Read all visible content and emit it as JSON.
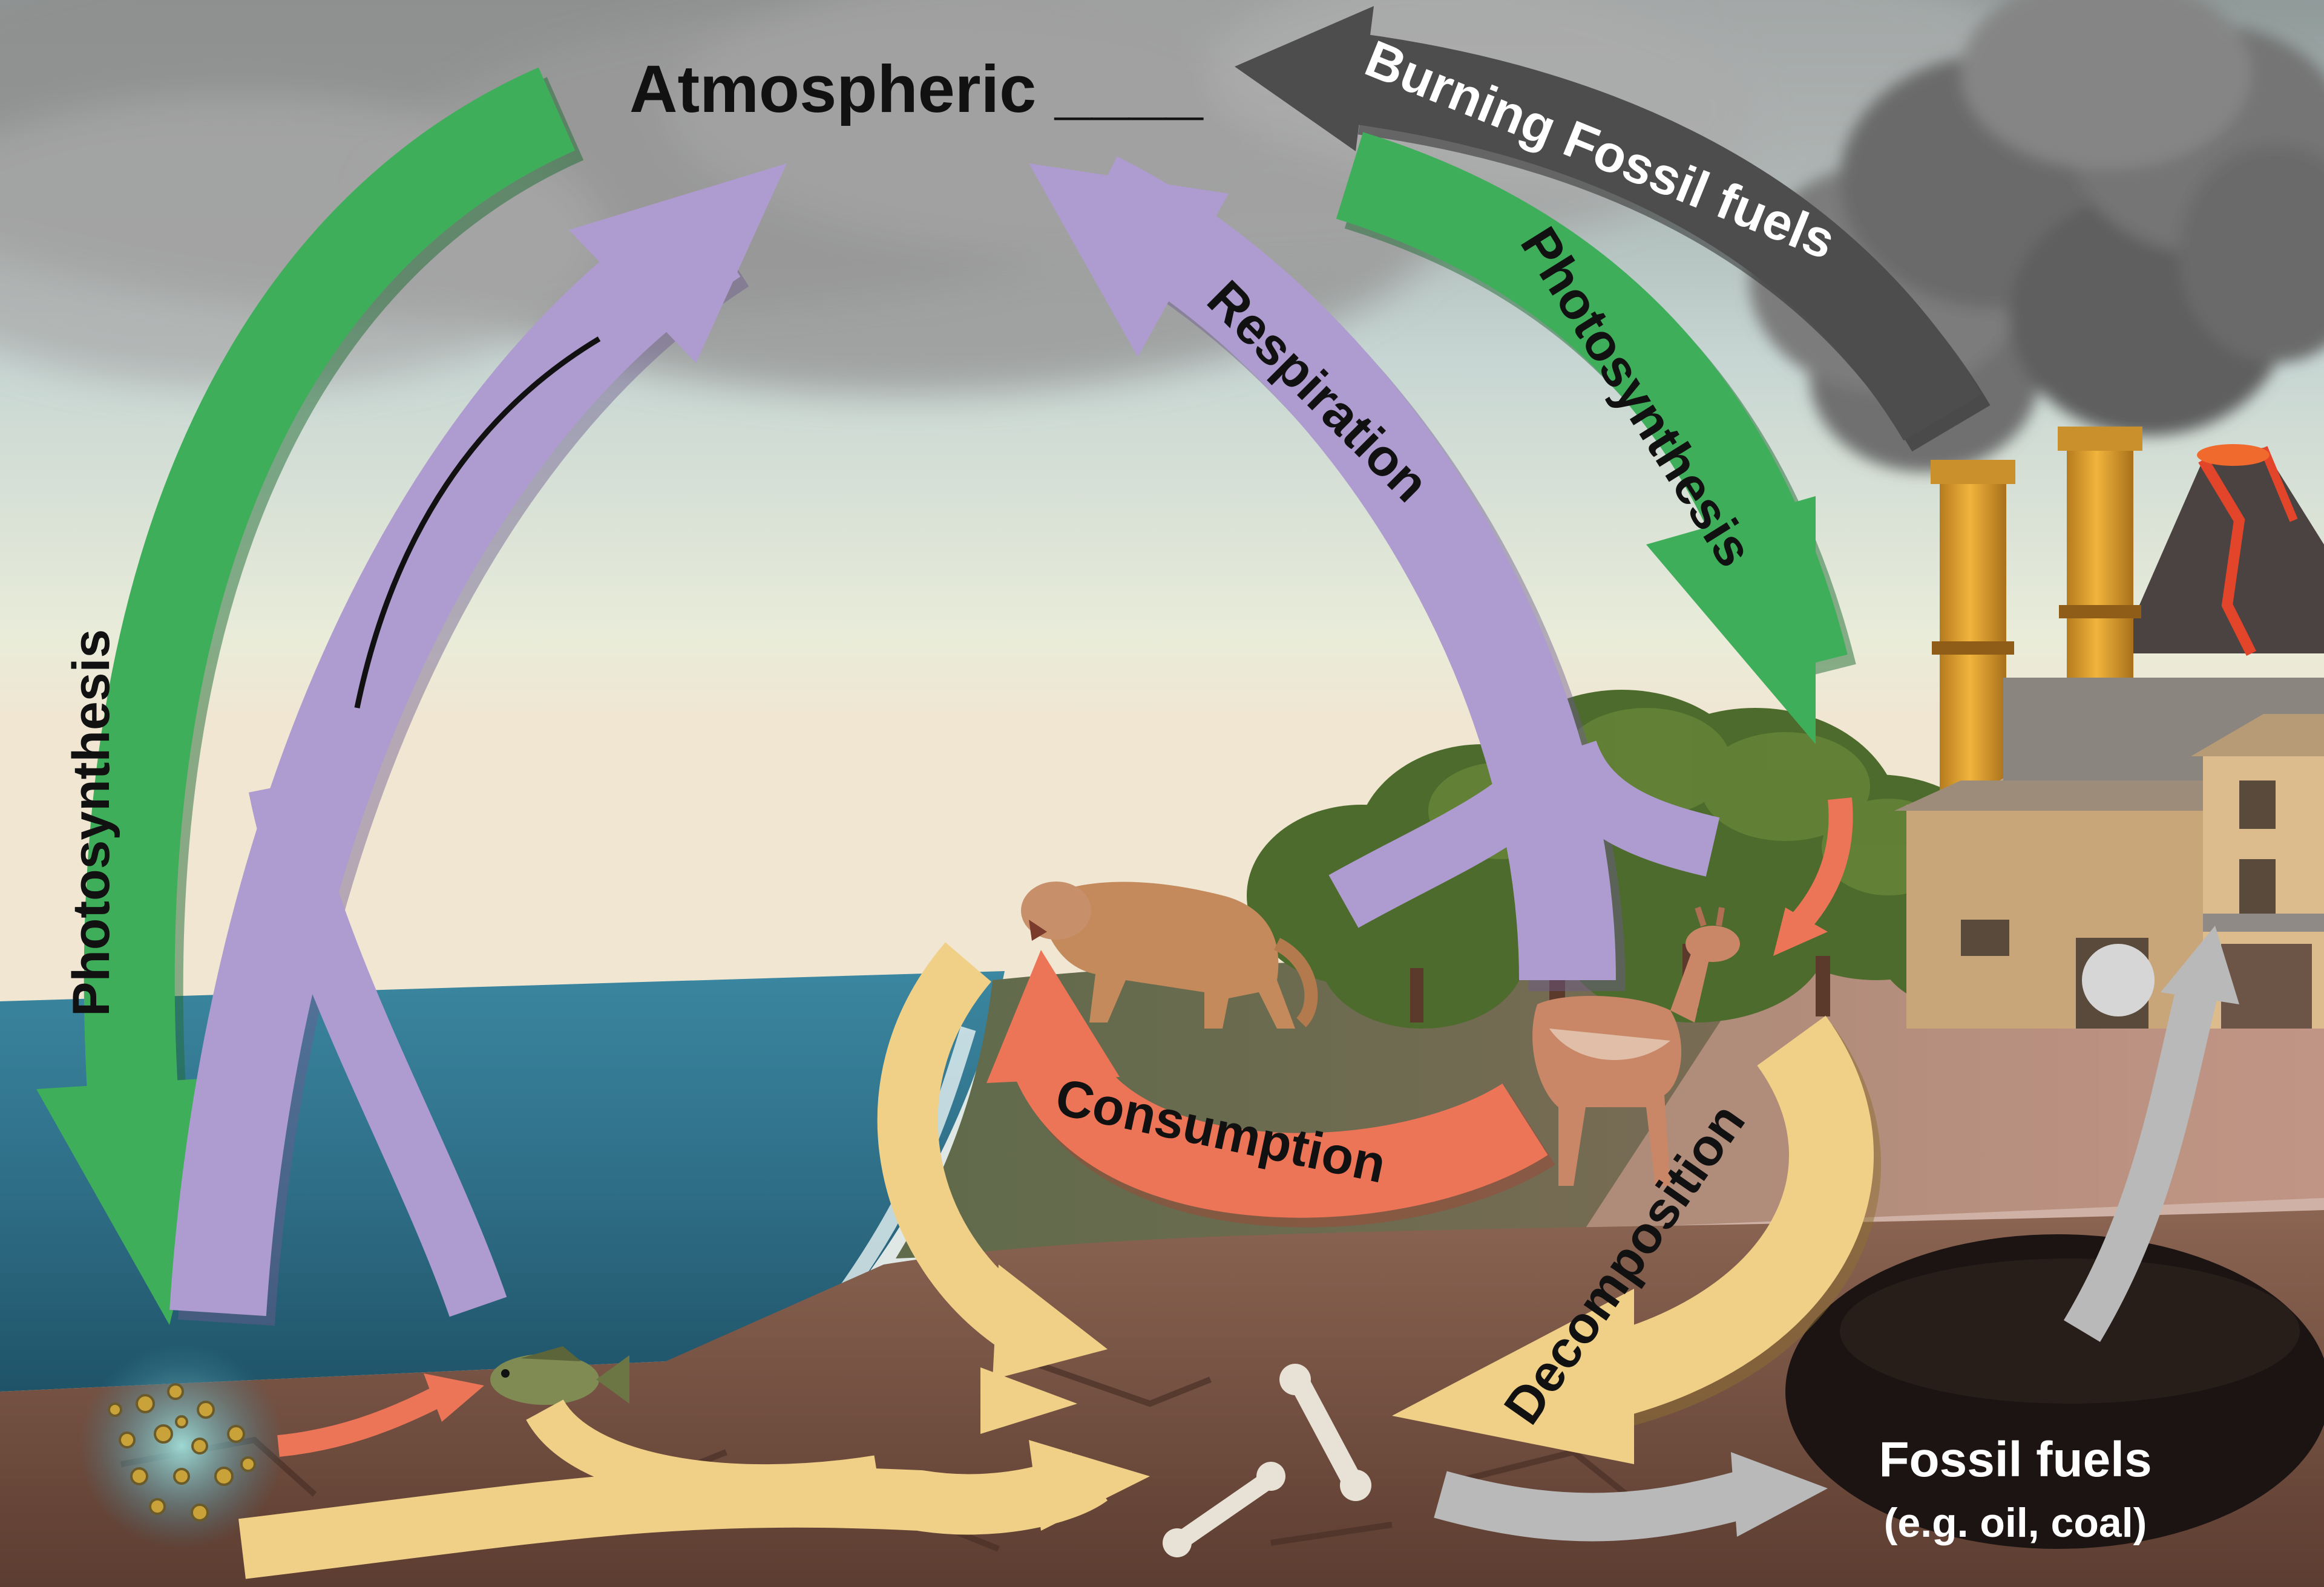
{
  "atmosphere": {
    "title": "Atmospheric ____"
  },
  "arrows": {
    "burning_fossil_fuels": "Burning Fossil fuels",
    "photosynthesis_left": "Photosynthesis",
    "photosynthesis_right": "Photosynthesis",
    "respiration": "Respiration",
    "consumption": "Consumption",
    "decomposition": "Decomposition"
  },
  "fossil_fuels": {
    "title": "Fossil fuels",
    "subtitle": "(e.g. oil, coal)"
  },
  "colors": {
    "photosynthesis": "#3fae5a",
    "respiration": "#ae9bd0",
    "consumption": "#ec7558",
    "decomposition": "#f0cf86",
    "burning": "#4d4d4d",
    "fossil_flow": "#b9b9b9",
    "ocean": "#2f6f86",
    "soil": "#7a5645",
    "sky": "#dfe8e4",
    "cloud": "#9a9a9a",
    "chimney": "#e2a533"
  },
  "icons": {
    "fish": "fish-icon",
    "cougar": "cougar-icon",
    "guanaco": "guanaco-icon",
    "bones": "bones-icon",
    "phytoplankton": "phytoplankton-icon",
    "factory": "factory-icon",
    "volcano": "volcano-icon"
  }
}
